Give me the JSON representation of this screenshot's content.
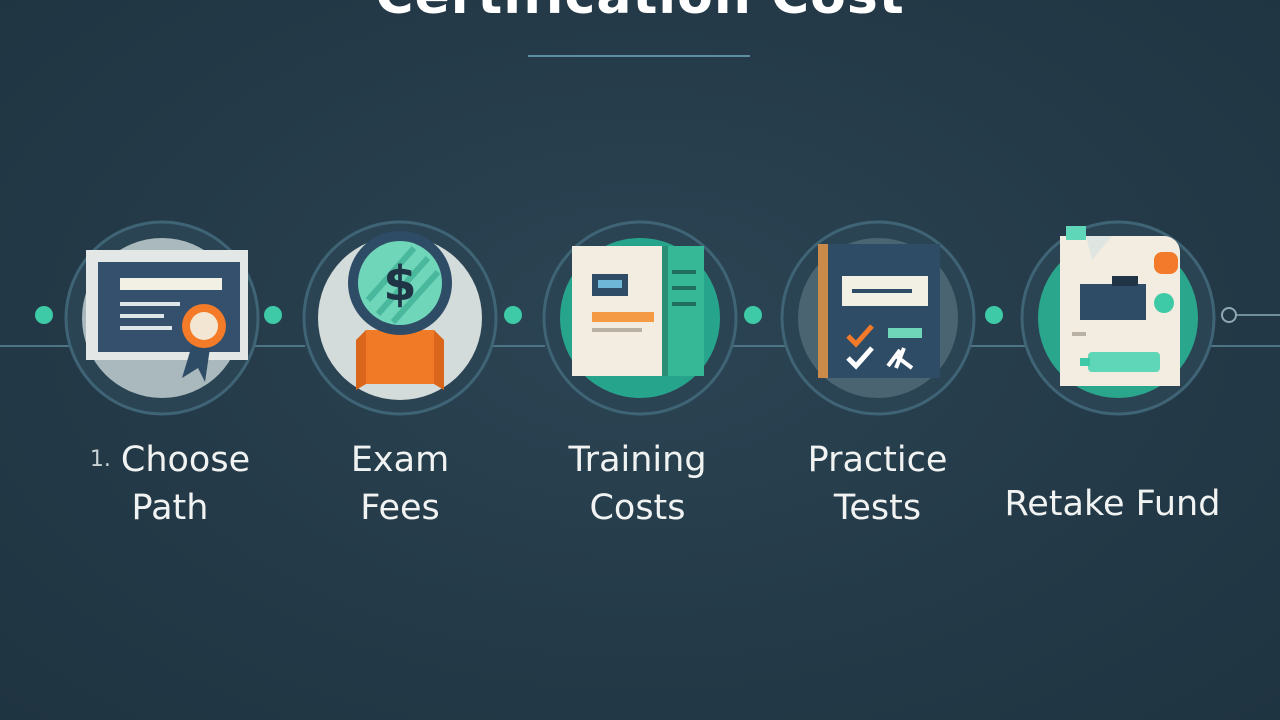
{
  "title": "Certification Cost",
  "steps": [
    {
      "number": "1.",
      "line1": "Choose",
      "line2": "Path",
      "icon": "certificate-icon"
    },
    {
      "line1": "Exam",
      "line2": "Fees",
      "icon": "dollar-coin-icon"
    },
    {
      "line1": "Training",
      "line2": "Costs",
      "icon": "training-book-icon"
    },
    {
      "line1": "Practice",
      "line2": "Tests",
      "icon": "practice-test-icon"
    },
    {
      "line1": "Retake Fund",
      "icon": "retake-document-icon"
    }
  ],
  "colors": {
    "background": "#243a48",
    "teal": "#2bb59a",
    "mint": "#5fd6b8",
    "orange": "#f27a2a",
    "navy": "#2e4a66",
    "cream": "#f1ece0"
  }
}
